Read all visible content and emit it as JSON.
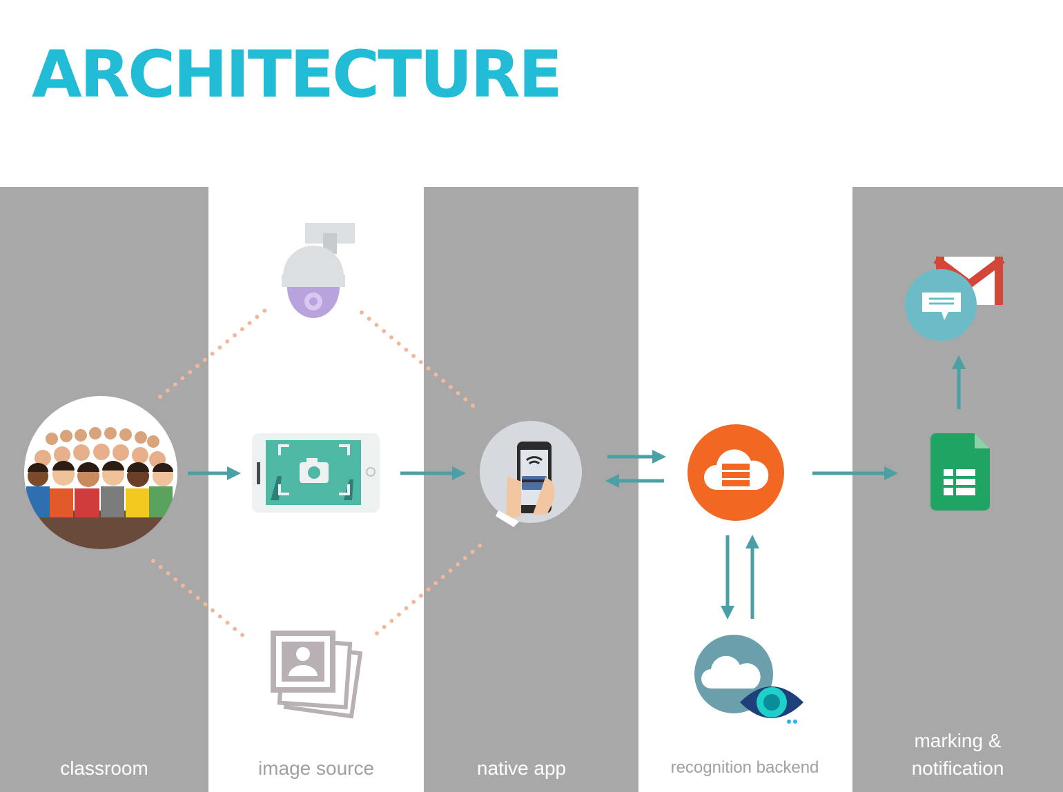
{
  "title": "ARCHITECTURE",
  "columns": [
    {
      "label": "classroom"
    },
    {
      "label": "image source"
    },
    {
      "label": "native app"
    },
    {
      "label": "recognition backend"
    },
    {
      "label_line1": "marking &",
      "label_line2": "notification"
    }
  ],
  "colors": {
    "accent": "#22bcd6",
    "gray_column": "#a8a8a8",
    "arrow": "#4aa0a4",
    "dots": "#f3b79b",
    "cloud_orange": "#f26722",
    "sheets_green": "#1fa463"
  },
  "icons": [
    "classroom-crowd-icon",
    "cctv-camera-icon",
    "phone-camera-icon",
    "photo-stack-icon",
    "mobile-app-icon",
    "cloud-server-icon",
    "cloud-vision-icon",
    "google-sheets-icon",
    "gmail-icon",
    "chat-message-icon"
  ]
}
